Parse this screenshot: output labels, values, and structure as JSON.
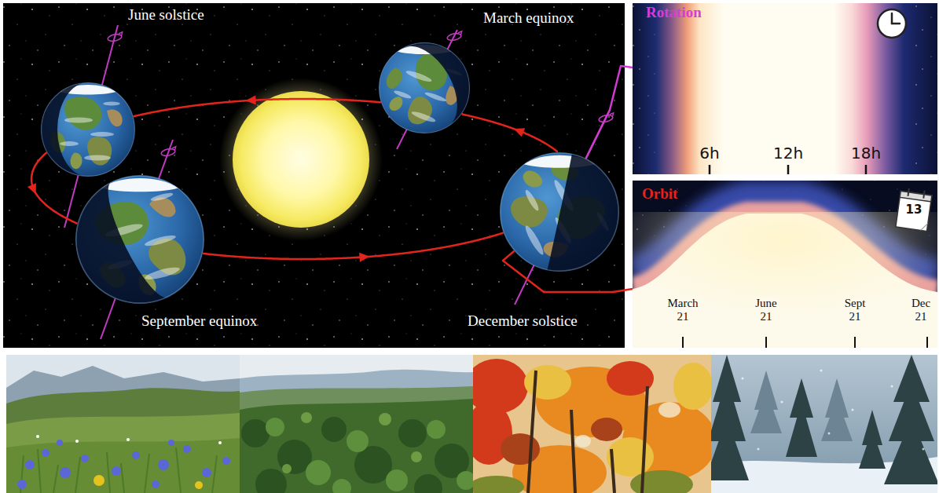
{
  "diagram": {
    "nodes": [
      {
        "text": [
          "June solstice"
        ]
      },
      {
        "text": [
          "March equinox"
        ]
      },
      {
        "text": [
          "September equinox"
        ]
      },
      {
        "text": [
          "December solstice"
        ]
      },
      {
        "text": [
          "Rotation"
        ]
      },
      {
        "text": [
          "Orbit"
        ]
      }
    ],
    "edges": [
      {
        "from": 1,
        "to": 0,
        "arrow": "to"
      },
      {
        "from": 0,
        "to": 2,
        "arrow": "to"
      },
      {
        "from": 2,
        "to": 3,
        "arrow": "to"
      },
      {
        "from": 3,
        "to": 1,
        "arrow": "to"
      },
      {
        "from": 3,
        "to": 4,
        "arrow": "none"
      },
      {
        "from": 3,
        "to": 5,
        "arrow": "none"
      }
    ],
    "labels": [
      "6h",
      "12h",
      "18h",
      "13",
      "March 21",
      "June 21",
      "Sept 21",
      "Dec 21"
    ]
  }
}
